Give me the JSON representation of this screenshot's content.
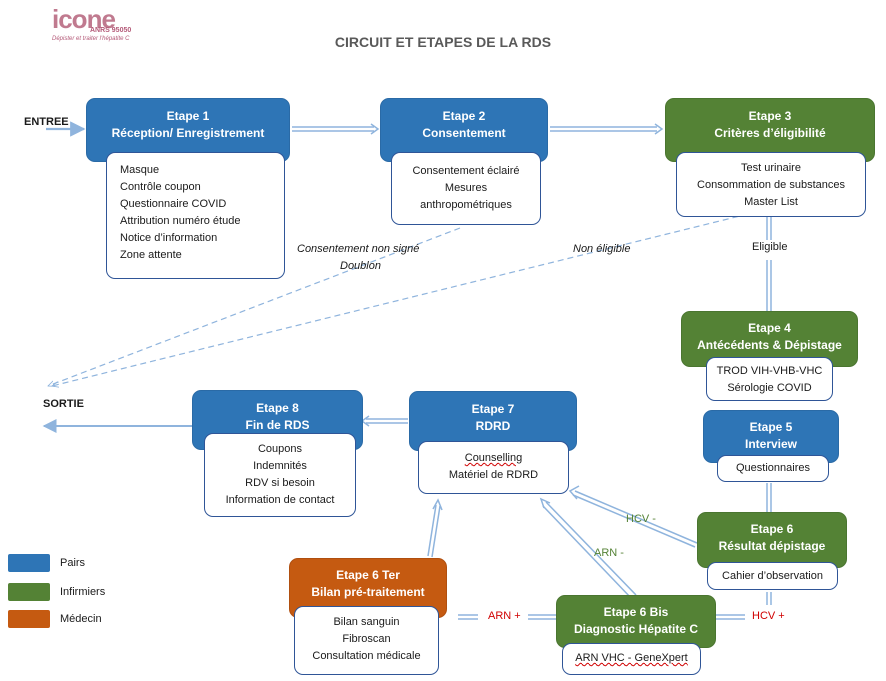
{
  "logo": {
    "name": "icone",
    "anrs": "ANRS 95050",
    "tagline": "Dépister et traiter l'hépatite C"
  },
  "title": "CIRCUIT ET ETAPES DE LA RDS",
  "colors": {
    "pairs": "#2e75b6",
    "infirmiers": "#548235",
    "medecin": "#c55a11"
  },
  "labels": {
    "entree": "ENTREE",
    "sortie": "SORTIE",
    "consentement_non_signe": "Consentement non signé",
    "doublon": "Doublon",
    "non_eligible": "Non éligible",
    "eligible": "Eligible",
    "hcv_minus": "HCV -",
    "arn_minus": "ARN -",
    "arn_plus": "ARN +",
    "hcv_plus": "HCV +"
  },
  "steps": {
    "s1": {
      "head": "Etape 1",
      "name": "Réception/ Enregistrement",
      "items": [
        "Masque",
        "Contrôle coupon",
        "Questionnaire COVID",
        "Attribution numéro étude",
        "Notice d’information",
        "Zone attente"
      ]
    },
    "s2": {
      "head": "Etape 2",
      "name": "Consentement",
      "items": [
        "Consentement éclairé",
        "Mesures",
        "anthropométriques"
      ]
    },
    "s3": {
      "head": "Etape 3",
      "name": "Critères d’éligibilité",
      "items": [
        "Test urinaire",
        "Consommation de substances",
        "Master List"
      ]
    },
    "s4": {
      "head": "Etape 4",
      "name": "Antécédents & Dépistage",
      "items": [
        "TROD VIH-VHB-VHC",
        "Sérologie COVID"
      ]
    },
    "s5": {
      "head": "Etape 5",
      "name": "Interview",
      "items": [
        "Questionnaires"
      ]
    },
    "s6": {
      "head": "Etape 6",
      "name": "Résultat dépistage",
      "items": [
        "Cahier d’observation"
      ]
    },
    "s6bis": {
      "head": "Etape 6 Bis",
      "name": "Diagnostic Hépatite C",
      "items": [
        "ARN VHC - GeneXpert"
      ]
    },
    "s6ter": {
      "head": "Etape 6 Ter",
      "name": "Bilan pré-traitement",
      "items": [
        "Bilan sanguin",
        "Fibroscan",
        "Consultation médicale"
      ]
    },
    "s7": {
      "head": "Etape 7",
      "name": "RDRD",
      "items": [
        "Counselling",
        "Matériel de RDRD"
      ]
    },
    "s8": {
      "head": "Etape 8",
      "name": "Fin de RDS",
      "items": [
        "Coupons",
        "Indemnités",
        "RDV si besoin",
        "Information de contact"
      ]
    }
  },
  "legend": [
    {
      "label": "Pairs",
      "color": "#2e75b6"
    },
    {
      "label": "Infirmiers",
      "color": "#548235"
    },
    {
      "label": "Médecin",
      "color": "#c55a11"
    }
  ]
}
